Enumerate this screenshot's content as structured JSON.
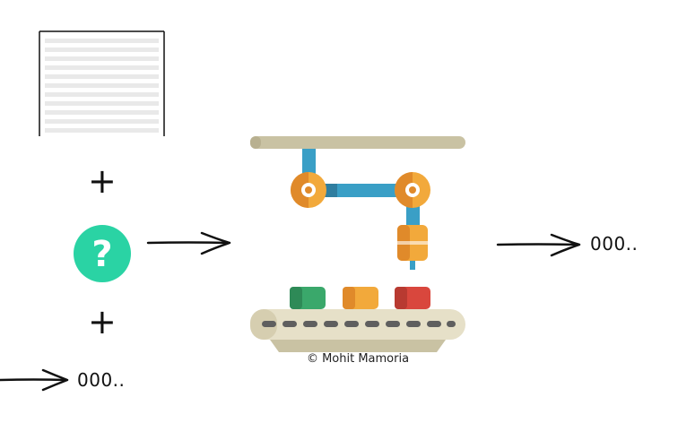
{
  "diagram": {
    "operator_top": "+",
    "operator_bottom": "+",
    "question_glyph": "?",
    "output_right": "000..",
    "output_bottom": "000..",
    "credit": "© Mohit Mamoria",
    "icons": [
      "document-icon",
      "question-icon",
      "robot-arm-assembly-line-icon",
      "arrow-right-icon"
    ],
    "colors": {
      "question_circle": "#2ad3a4",
      "arm_blue": "#3a9fc6",
      "joint_orange": "#f2a93b",
      "rail_beige": "#c9c2a3",
      "box_green": "#3aa86b",
      "box_orange": "#f2a93b",
      "box_red": "#d9473d"
    }
  }
}
